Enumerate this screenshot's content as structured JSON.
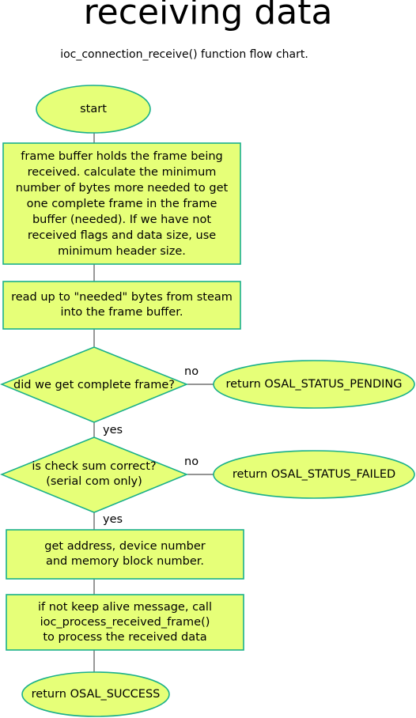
{
  "header": {
    "title": "receiving data",
    "subtitle": "ioc_connection_receive() function flow chart."
  },
  "nodes": {
    "start": "start",
    "frame_buffer": "frame buffer holds the frame being received. calculate the minimum number of  bytes more needed to get  one complete frame in the frame buffer (needed). If we have not received flags and data size, use minimum header size.",
    "read_bytes": "read up to \"needed\" bytes from steam into the frame buffer.",
    "complete_frame": "did we get complete frame?",
    "return_pending": "return OSAL_STATUS_PENDING",
    "checksum_line1": "is check sum correct?",
    "checksum_line2": "(serial com only)",
    "return_failed": "return OSAL_STATUS_FAILED",
    "get_address_line1": "get address, device number",
    "get_address_line2": "and memory block number.",
    "process_line1": "if not keep alive message, call",
    "process_line2": "ioc_process_received_frame()",
    "process_line3": "to process the received data",
    "return_success": "return OSAL_SUCCESS"
  },
  "edge_labels": {
    "no_1": "no",
    "yes_1": "yes",
    "no_2": "no",
    "yes_2": "yes"
  },
  "colors": {
    "node_fill": "#e6ff78",
    "node_stroke": "#19b08a",
    "connector": "#555555"
  }
}
